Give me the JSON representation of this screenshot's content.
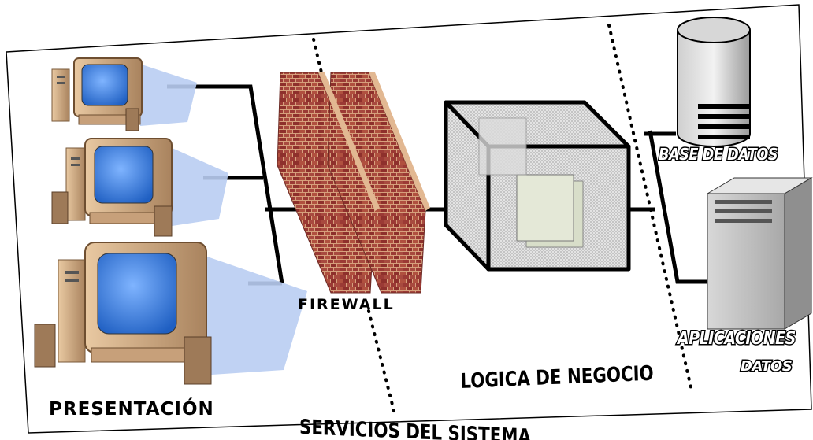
{
  "labels": {
    "presentacion": "PRESENTACIÓN",
    "firewall": "FIREWALL",
    "servicios": "SERVICIOS DEL SISTEMA",
    "logica": "LOGICA DE NEGOCIO",
    "base_datos": "BASE DE DATOS",
    "aplicaciones": "APLICACIONES",
    "datos": "DATOS"
  },
  "icons": {
    "computer": "computer-icon",
    "firewall": "brick-wall-icon",
    "server_cube": "business-logic-cube-icon",
    "database": "database-cylinder-icon",
    "app_server": "server-tower-icon"
  },
  "colors": {
    "brick": "#9b3a35",
    "brick_light": "#d9a37a",
    "screen": "#3a7ad9",
    "monitor": "#c9a27a",
    "line": "#000000"
  }
}
